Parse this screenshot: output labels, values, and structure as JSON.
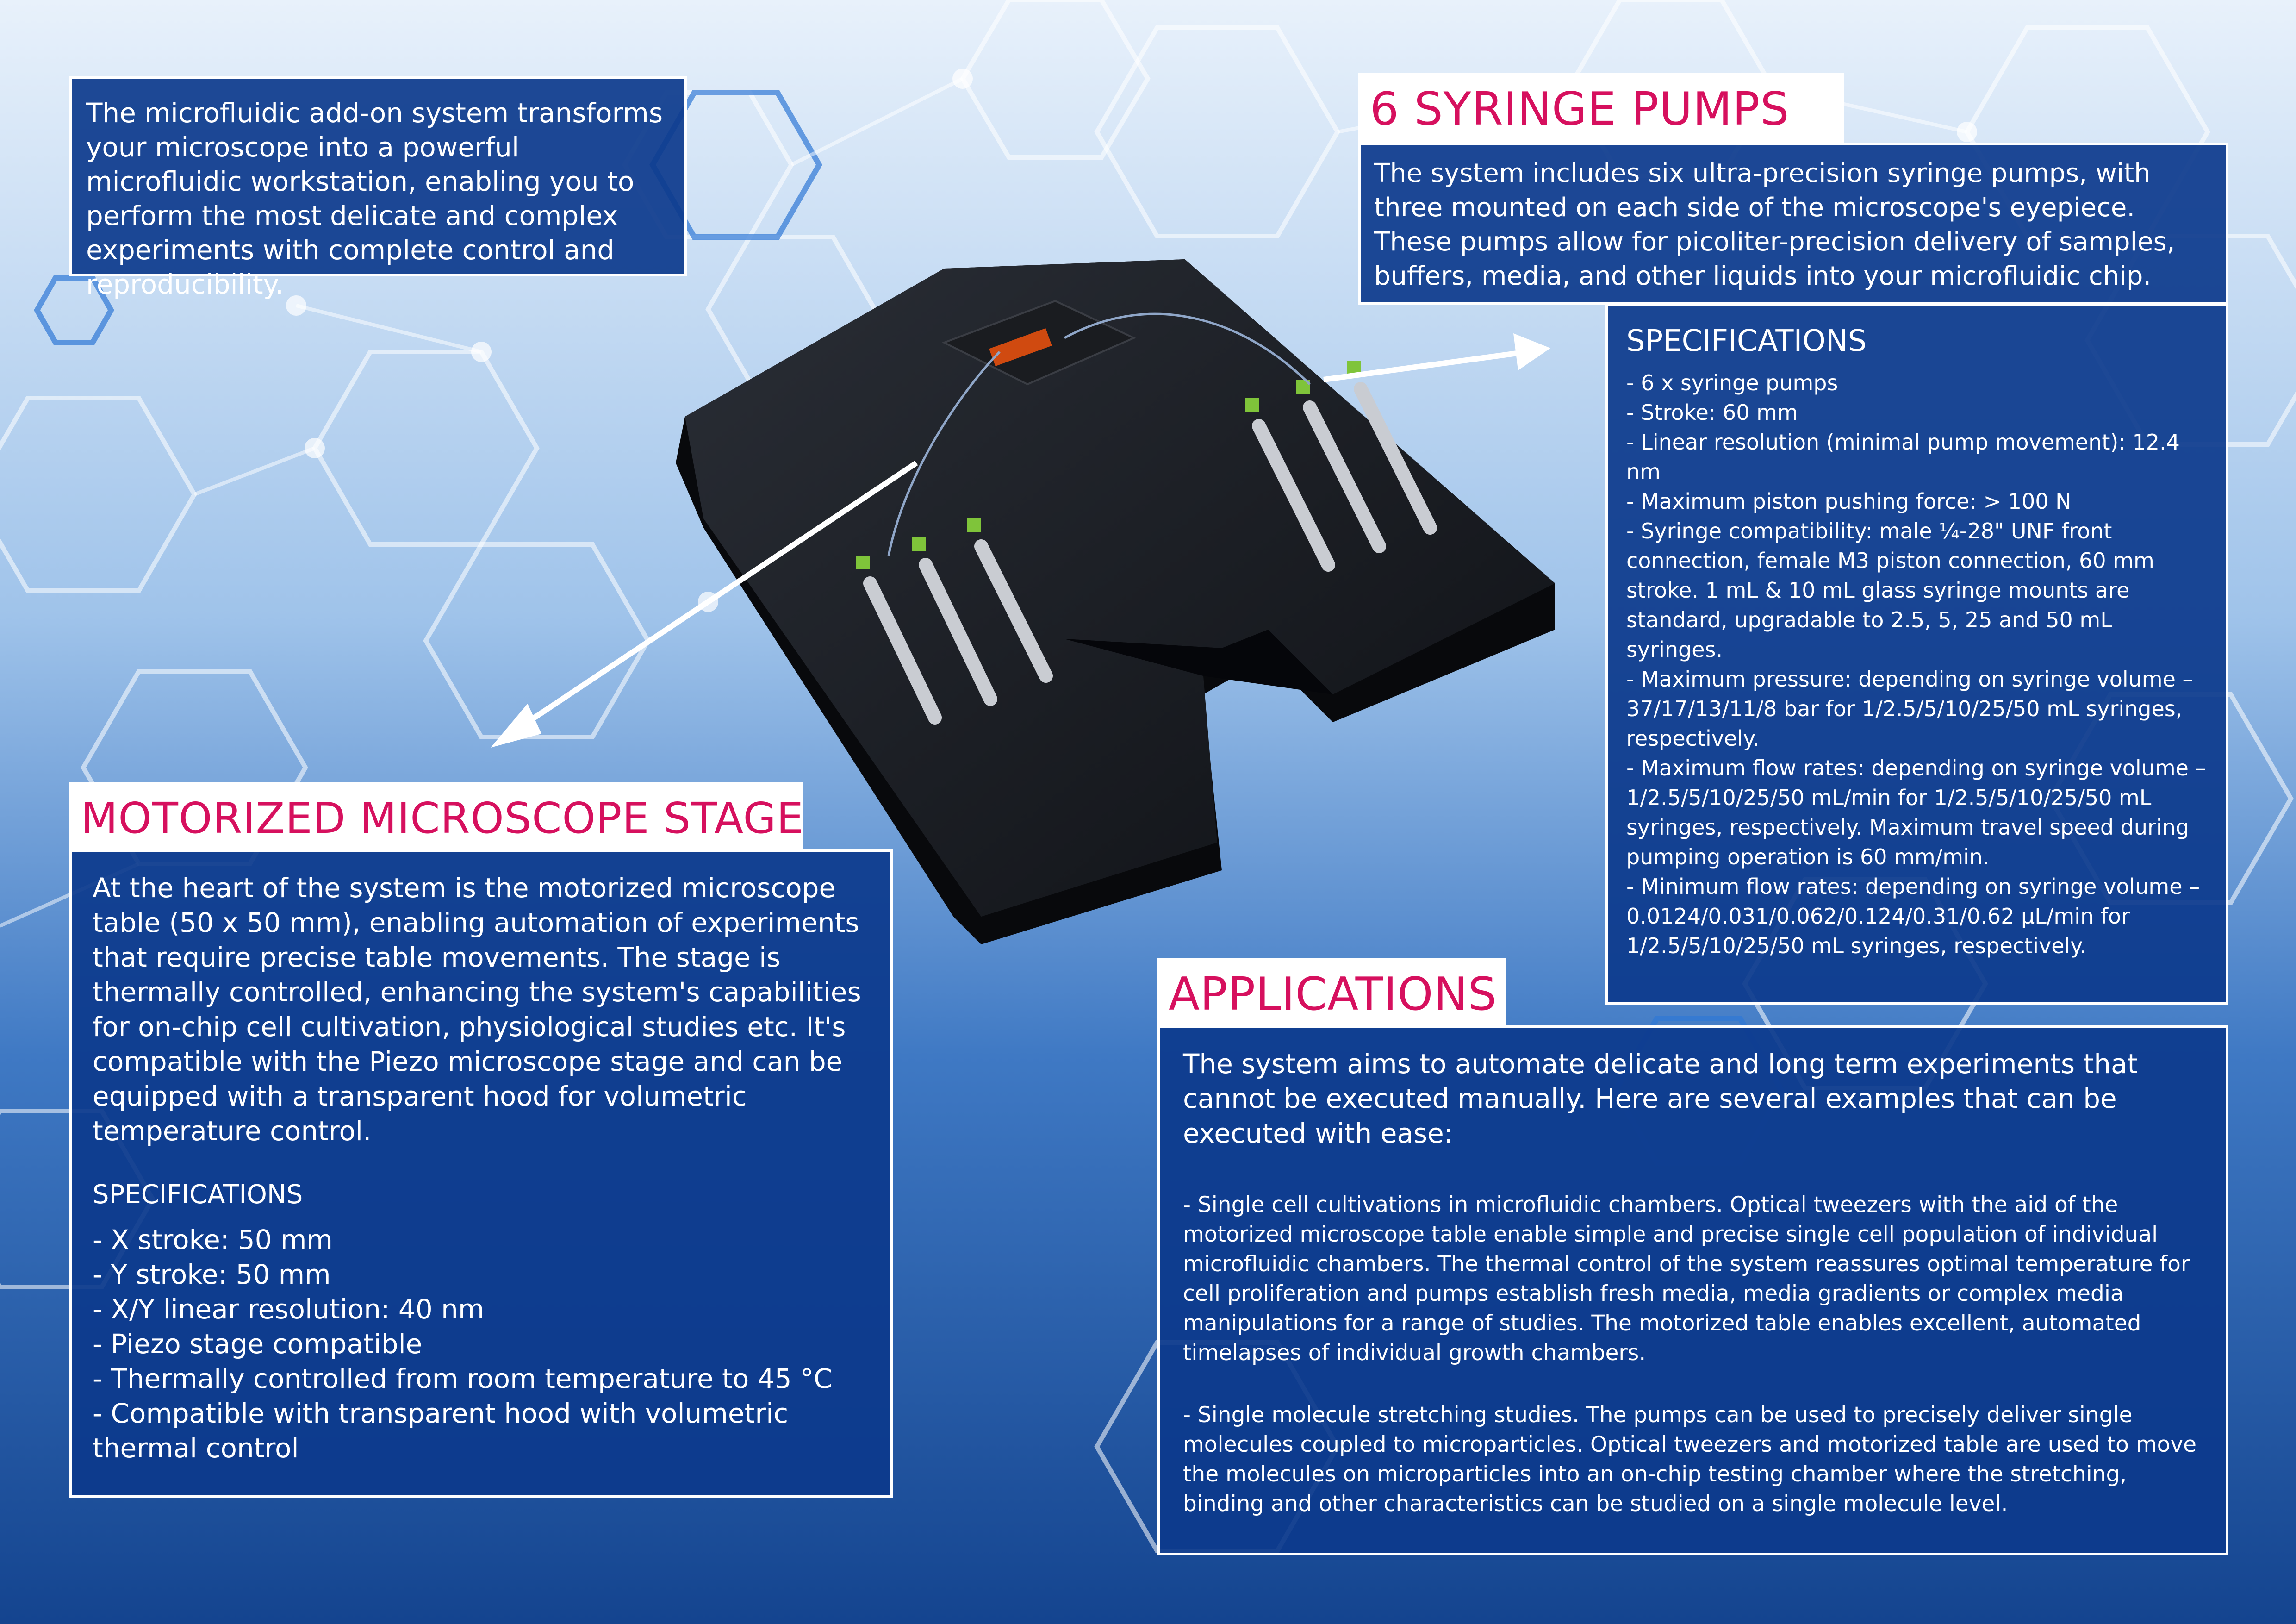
{
  "intro": {
    "text": "The microfluidic add-on system transforms your microscope into a powerful microfluidic workstation, enabling you to perform the most delicate and complex experiments with complete control and reproducibility."
  },
  "syringe": {
    "title": "6 SYRINGE PUMPS",
    "description": "The system includes six ultra-precision syringe pumps, with three mounted on each side of the microscope's eyepiece. These pumps allow for picoliter-precision delivery of samples, buffers, media, and other liquids into your microfluidic chip.",
    "spec_heading": "SPECIFICATIONS",
    "specs": [
      "- 6 x syringe pumps",
      "- Stroke: 60 mm",
      "- Linear resolution (minimal pump movement): 12.4 nm",
      "- Maximum piston pushing force: > 100 N",
      "- Syringe compatibility: male ¼-28\" UNF front connection, female M3 piston connection, 60 mm stroke. 1 mL & 10 mL glass syringe mounts are standard, upgradable to 2.5, 5, 25 and 50 mL syringes.",
      "- Maximum pressure: depending on syringe volume – 37/17/13/11/8 bar for 1/2.5/5/10/25/50 mL syringes, respectively.",
      "- Maximum flow rates: depending on syringe volume – 1/2.5/5/10/25/50 mL/min for 1/2.5/5/10/25/50 mL syringes, respectively. Maximum travel speed during pumping operation is 60 mm/min.",
      "- Minimum flow rates: depending on syringe volume – 0.0124/0.031/0.062/0.124/0.31/0.62 µL/min for 1/2.5/5/10/25/50 mL syringes, respectively."
    ]
  },
  "stage": {
    "title": "MOTORIZED MICROSCOPE STAGE",
    "description": "At the heart of the system is the motorized microscope table (50 x 50 mm), enabling automation of experiments that require precise table movements. The stage is thermally controlled, enhancing the system's capabilities for on-chip cell cultivation, physiological studies etc. It's compatible with the Piezo microscope stage and can be equipped with a transparent hood for volumetric temperature control.",
    "spec_heading": "SPECIFICATIONS",
    "specs": [
      "- X stroke: 50 mm",
      "- Y stroke: 50 mm",
      "- X/Y linear resolution: 40 nm",
      "- Piezo stage compatible",
      "- Thermally controlled from room temperature to 45 °C",
      "- Compatible with transparent hood with volumetric thermal control"
    ]
  },
  "applications": {
    "title": "APPLICATIONS",
    "intro": "The system aims to automate delicate and long term experiments that cannot be executed manually. Here are several examples that can be executed with ease:",
    "items": [
      "- Single cell cultivations in microfluidic chambers. Optical tweezers with the aid of the motorized microscope table enable simple and precise single cell population of individual microfluidic chambers. The thermal control of the system reassures optimal temperature for cell proliferation and pumps establish fresh media, media gradients or complex media manipulations for a range of studies. The motorized table enables excellent, automated timelapses of individual growth chambers.",
      "- Single molecule stretching studies. The pumps can be used to precisely deliver single molecules coupled to microparticles. Optical tweezers and motorized table are used to move the molecules on microparticles into an on-chip testing chamber where the stretching, binding and other characteristics can be studied on a single molecule level."
    ]
  },
  "colors": {
    "panel_blue": "#0c3a8c",
    "title_pink": "#d6105e",
    "text_white": "#ffffff"
  }
}
